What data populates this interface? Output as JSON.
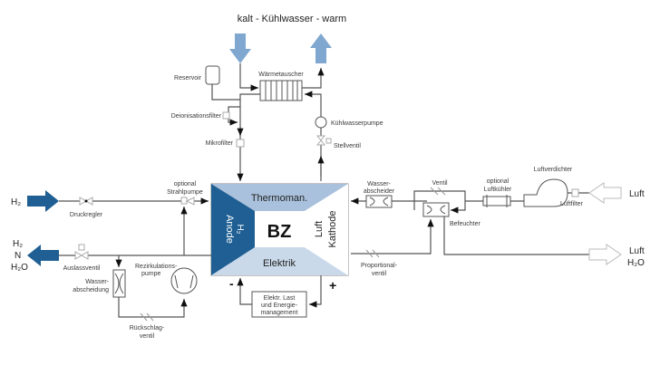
{
  "title": {
    "coolant": "kalt -  Kühlwasser  - warm"
  },
  "colors": {
    "dark_blue": "#1f5f93",
    "light_blue": "#7fa7cf",
    "mid_blue": "#a9c1dc",
    "pale_blue": "#c9d9ea",
    "line": "#555555"
  },
  "fuel_cell": {
    "center": "BZ",
    "top": "Thermoman.",
    "bottom": "Elektrik",
    "left_line1": "H₂",
    "left_line2": "Anode",
    "right_line1": "Luft",
    "right_line2": "Kathode",
    "minus": "-",
    "plus": "+"
  },
  "components": {
    "reservoir": "Reservoir",
    "heat_exchanger": "Wärmetauscher",
    "deion_filter": "Deionisationsfilter",
    "microfilter": "Mikrofilter",
    "coolant_pump": "Kühlwasserpumpe",
    "control_valve": "Stellventil",
    "pressure_regulator": "Druckregler",
    "jet_pump_1": "optional",
    "jet_pump_2": "Strahlpumpe",
    "outlet_valve": "Auslassventil",
    "recirc_pump_1": "Rezirkulations-",
    "recirc_pump_2": "pumpe",
    "water_sep_1": "Wasser-",
    "water_sep_2": "abscheidung",
    "check_valve_1": "Rückschlag-",
    "check_valve_2": "ventil",
    "load_1": "Elektr. Last",
    "load_2": "und Energie-",
    "load_3": "management",
    "water_separator_1": "Wasser-",
    "water_separator_2": "abscheider",
    "valve": "Ventil",
    "humidifier": "Befeuchter",
    "air_cooler_1": "optional",
    "air_cooler_2": "Luftkühler",
    "compressor": "Luftverdichter",
    "air_filter": "Luftfilter",
    "prop_valve_1": "Proportional-",
    "prop_valve_2": "ventil"
  },
  "streams": {
    "h2_in": "H₂",
    "exhaust_anode_1": "H₂",
    "exhaust_anode_2": "N",
    "exhaust_anode_3": "H₂O",
    "air_in": "Luft",
    "air_out_1": "Luft",
    "air_out_2": "H₂O"
  }
}
